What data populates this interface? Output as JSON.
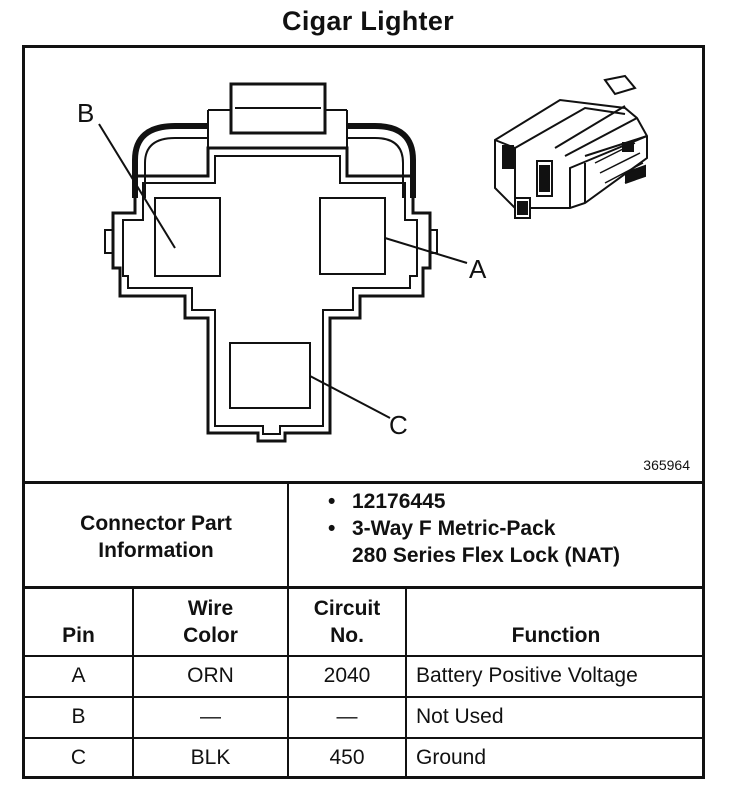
{
  "title": "Cigar Lighter",
  "diagram": {
    "id": "365964",
    "pin_labels": {
      "a": "A",
      "b": "B",
      "c": "C"
    }
  },
  "connector": {
    "label_line1": "Connector Part",
    "label_line2": "Information",
    "part_number": "12176445",
    "desc_line1": "3-Way F Metric-Pack",
    "desc_line2": "280 Series Flex Lock (NAT)"
  },
  "table": {
    "headers": {
      "pin": "Pin",
      "wire_line1": "Wire",
      "wire_line2": "Color",
      "circuit_line1": "Circuit",
      "circuit_line2": "No.",
      "function": "Function"
    },
    "rows": [
      {
        "pin": "A",
        "wire": "ORN",
        "circuit": "2040",
        "function": "Battery Positive Voltage"
      },
      {
        "pin": "B",
        "wire": "—",
        "circuit": "—",
        "function": "Not Used"
      },
      {
        "pin": "C",
        "wire": "BLK",
        "circuit": "450",
        "function": "Ground"
      }
    ]
  }
}
